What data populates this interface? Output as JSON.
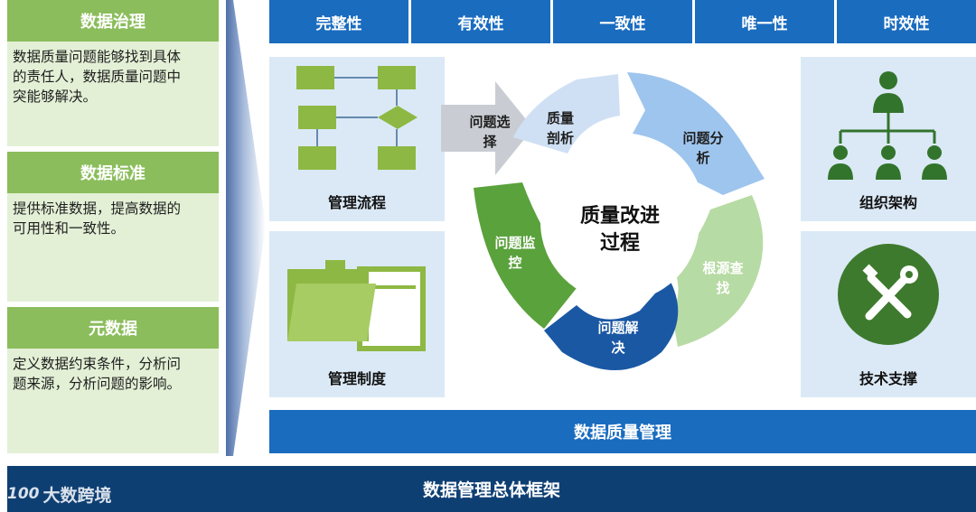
{
  "left_sections": [
    {
      "title": "数据治理",
      "lines": [
        "数据质量问题能够找到具体",
        "的责任人，数据质量问题中",
        "突能够解决。"
      ]
    },
    {
      "title": "数据标准",
      "lines": [
        "提供标准数据，提高数据的",
        "可用性和一致性。"
      ]
    },
    {
      "title": "元数据",
      "lines": [
        "定义数据约束条件，分析问",
        "题来源，分析问题的影响。"
      ]
    }
  ],
  "attributes": [
    "完整性",
    "有效性",
    "一致性",
    "唯一性",
    "时效性"
  ],
  "boxes": {
    "process": "管理流程",
    "system": "管理制度",
    "org": "组织架构",
    "tech": "技术支撑"
  },
  "cycle": {
    "center": [
      "质量改进",
      "过程"
    ],
    "arrow_in": [
      "问题选",
      "择"
    ],
    "segments": [
      {
        "lines": [
          "质量",
          "剖析"
        ]
      },
      {
        "lines": [
          "问题分",
          "析"
        ]
      },
      {
        "lines": [
          "根源查",
          "找"
        ]
      },
      {
        "lines": [
          "问题解",
          "决"
        ]
      },
      {
        "lines": [
          "问题监",
          "控"
        ]
      }
    ]
  },
  "bars": {
    "quality_mgmt": "数据质量管理",
    "framework": "数据管理总体框架"
  },
  "logo": {
    "mark": "100",
    "text": "大数跨境"
  },
  "colors": {
    "blue": "#1a6cbf",
    "navy": "#0e3f73",
    "green_head": "#8bbd5c",
    "green_body": "#e3f0d6",
    "light_blue": "#dbe9f6",
    "icon_green": "#8db843",
    "org_green": "#33742c"
  }
}
